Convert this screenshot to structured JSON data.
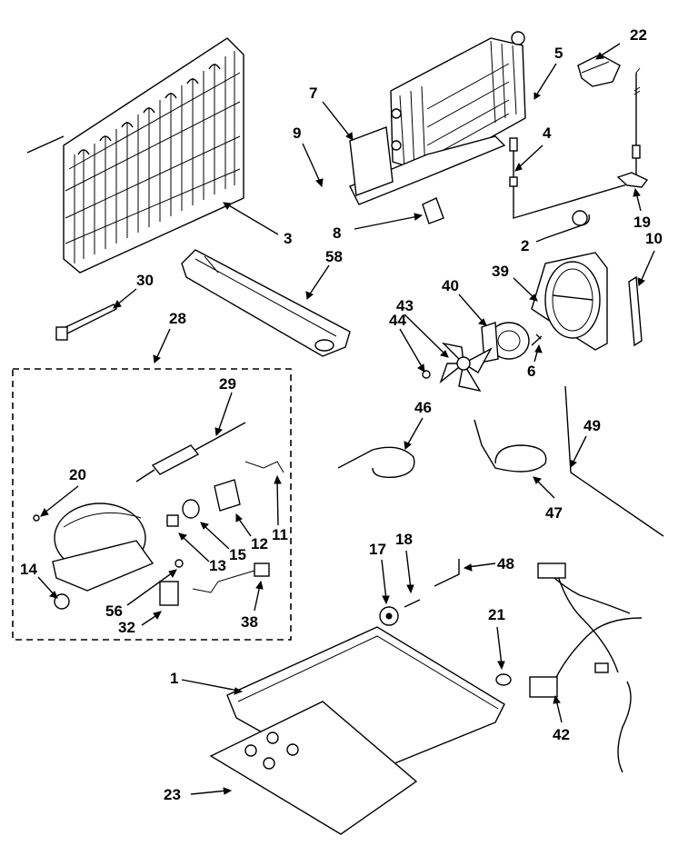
{
  "diagram": {
    "part_labels": [
      "22",
      "5",
      "7",
      "4",
      "9",
      "3",
      "8",
      "19",
      "2",
      "10",
      "30",
      "58",
      "39",
      "40",
      "28",
      "43",
      "44",
      "6",
      "29",
      "46",
      "49",
      "20",
      "11",
      "12",
      "15",
      "13",
      "14",
      "47",
      "56",
      "32",
      "38",
      "17",
      "18",
      "48",
      "21",
      "1",
      "42",
      "23"
    ]
  }
}
